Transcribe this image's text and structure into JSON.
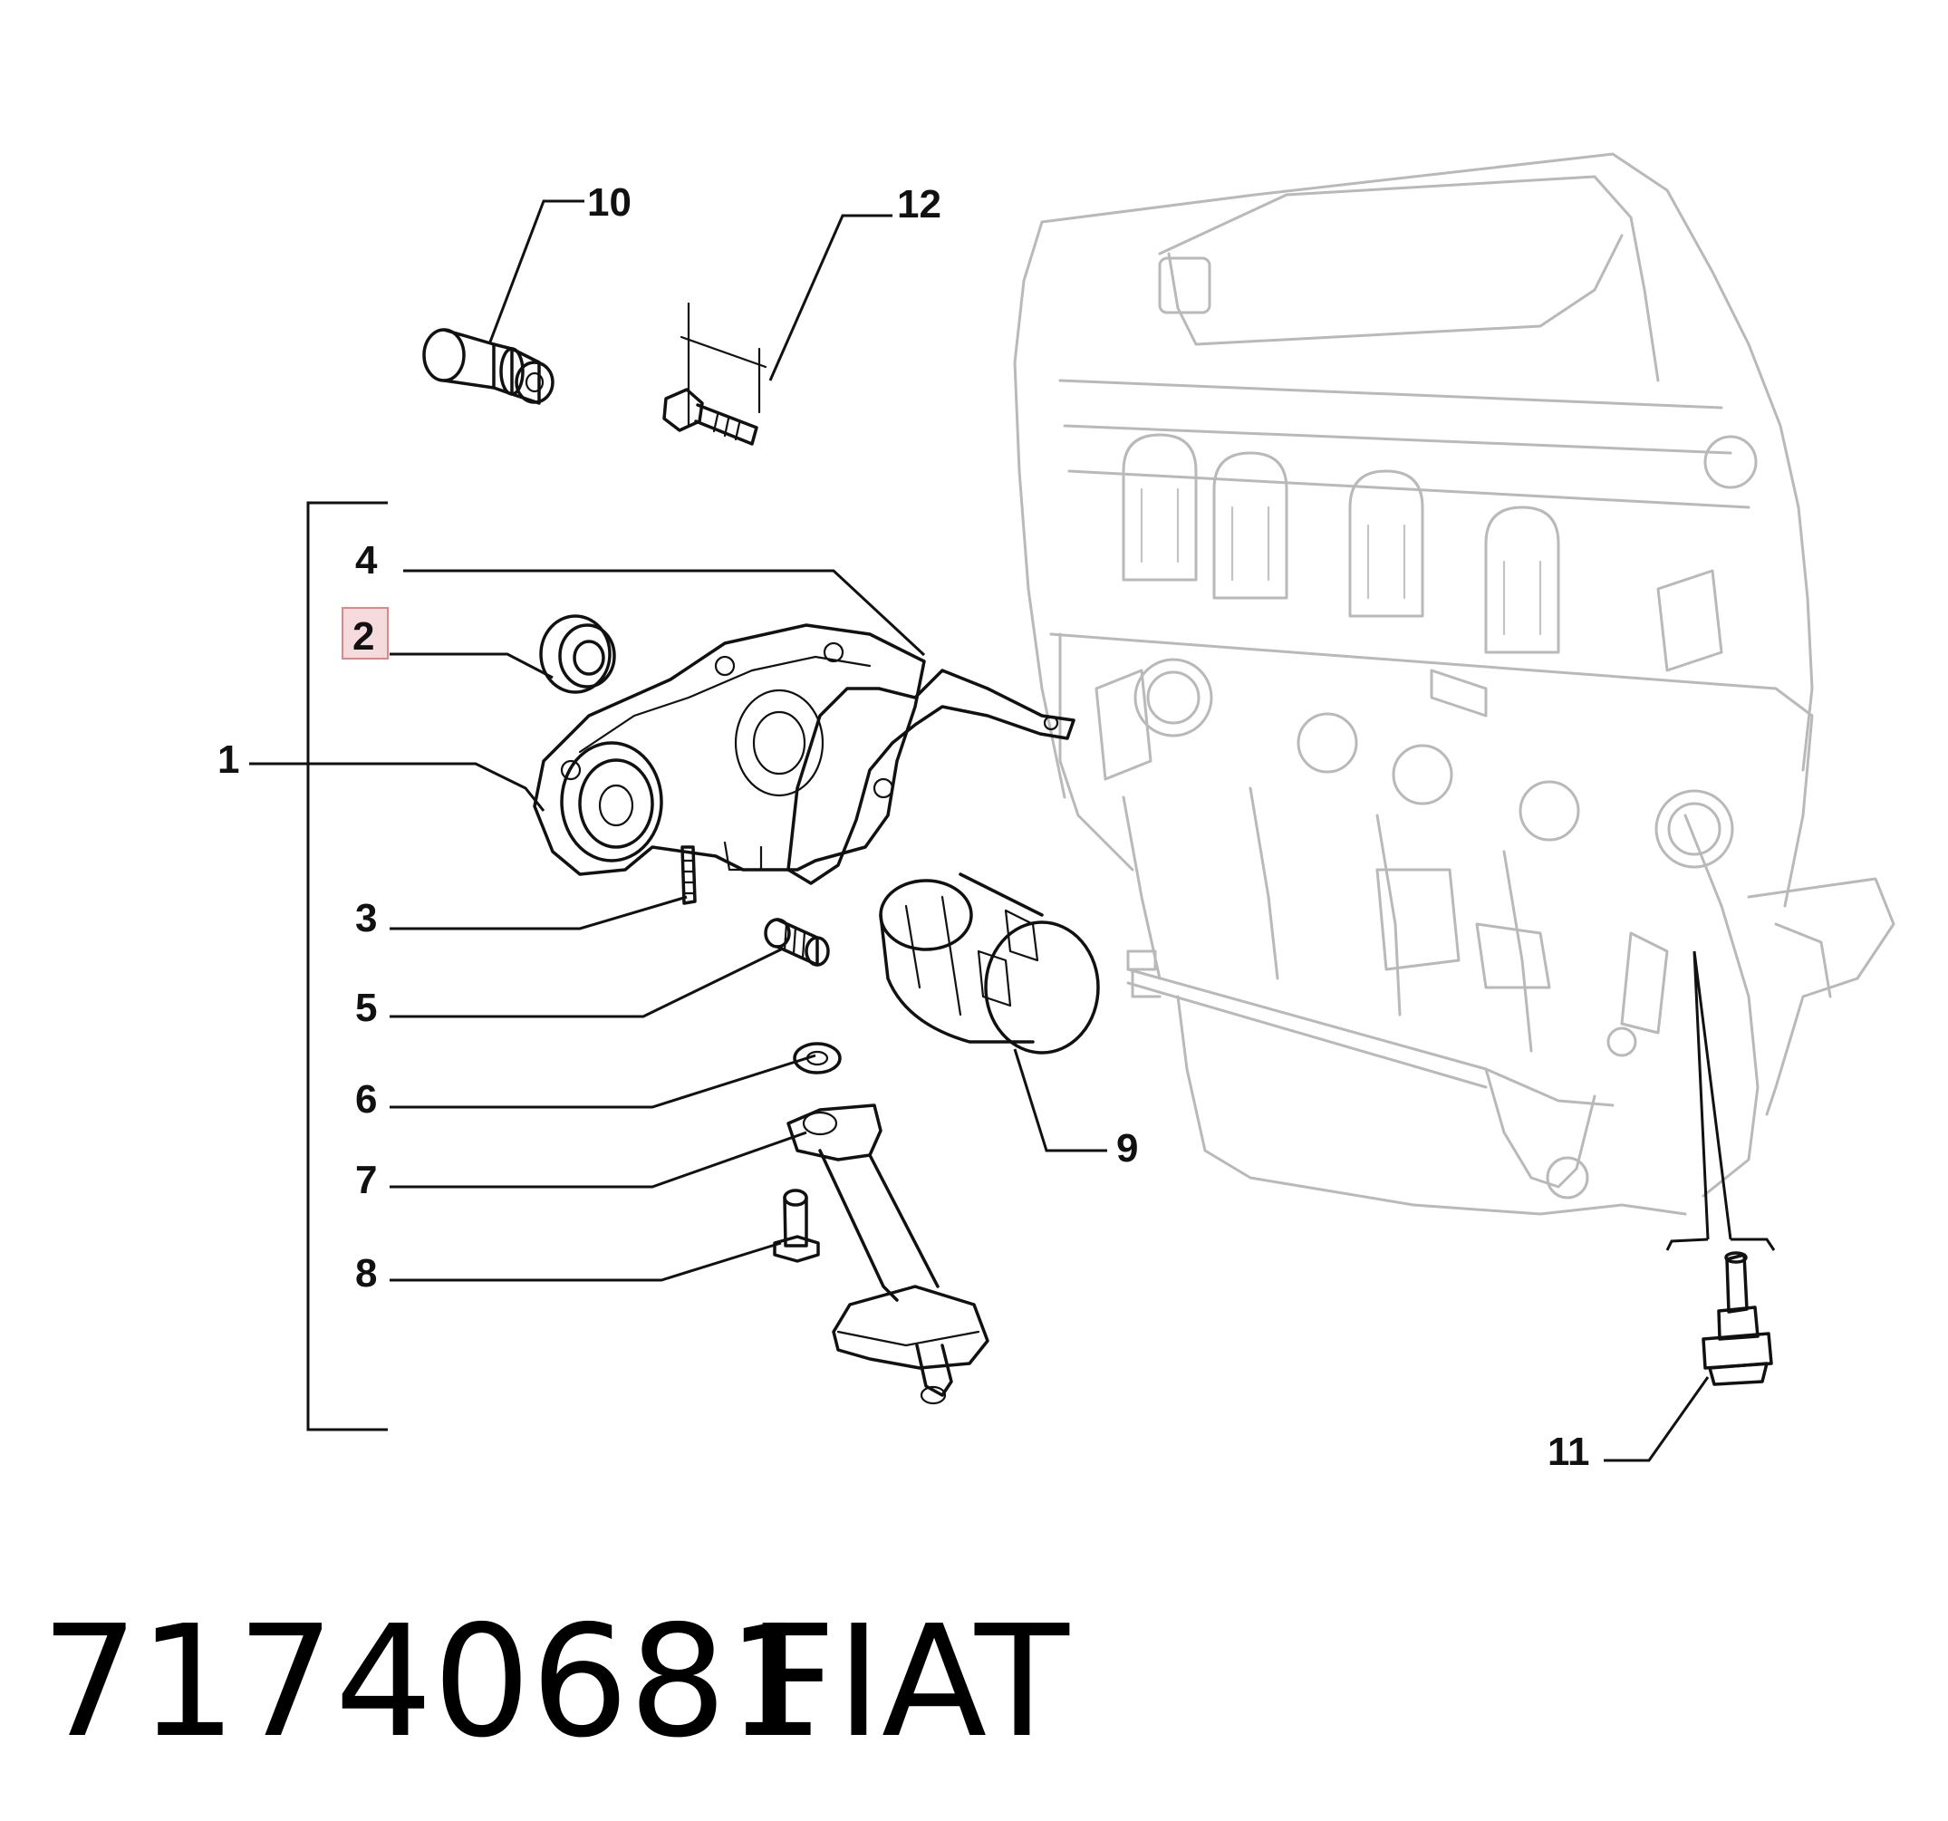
{
  "callouts": {
    "c1": "1",
    "c2": "2",
    "c3": "3",
    "c4": "4",
    "c5": "5",
    "c6": "6",
    "c7": "7",
    "c8": "8",
    "c9": "9",
    "c10": "10",
    "c11": "11",
    "c12": "12"
  },
  "highlight": {
    "callout": "2",
    "color": "#e8a0a8"
  },
  "footer": {
    "part_number": "71740681",
    "brand": "FIAT"
  }
}
